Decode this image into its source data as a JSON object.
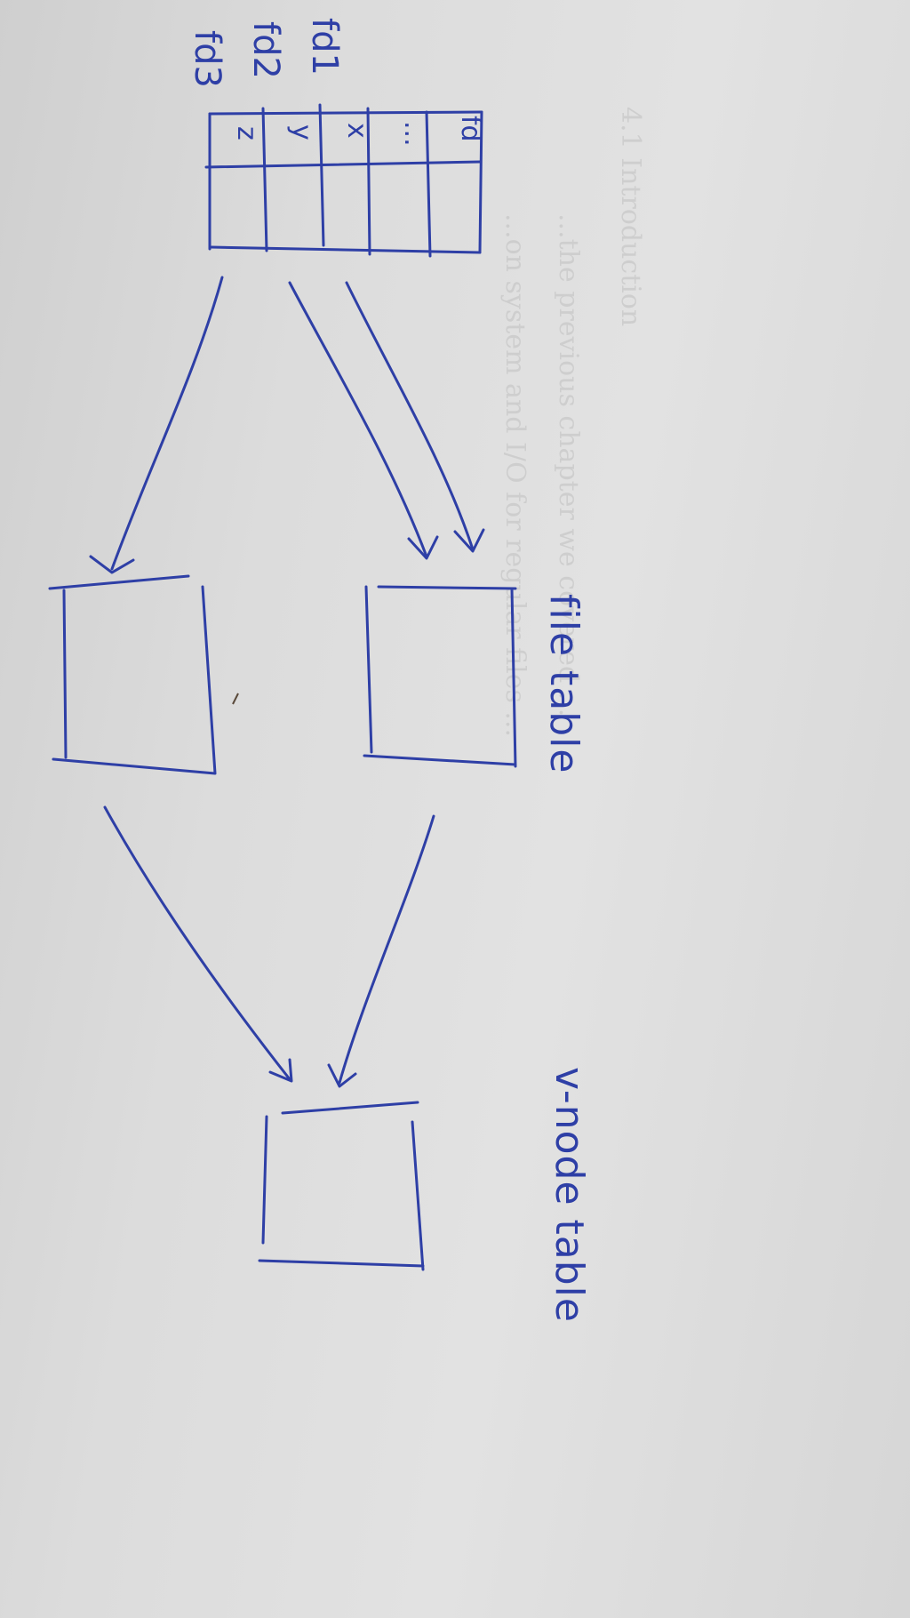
{
  "fd_table": {
    "header": "fd",
    "rows": [
      {
        "fd": "fd1",
        "value": "x"
      },
      {
        "fd": "fd2",
        "value": "y"
      },
      {
        "fd": "fd3",
        "value": "z"
      }
    ],
    "ellipsis": "..."
  },
  "labels": {
    "file_table": "file table",
    "vnode_table": "v-node table"
  },
  "colors": {
    "ink": "#2e3fa6",
    "paper": "#dcdcdc"
  }
}
